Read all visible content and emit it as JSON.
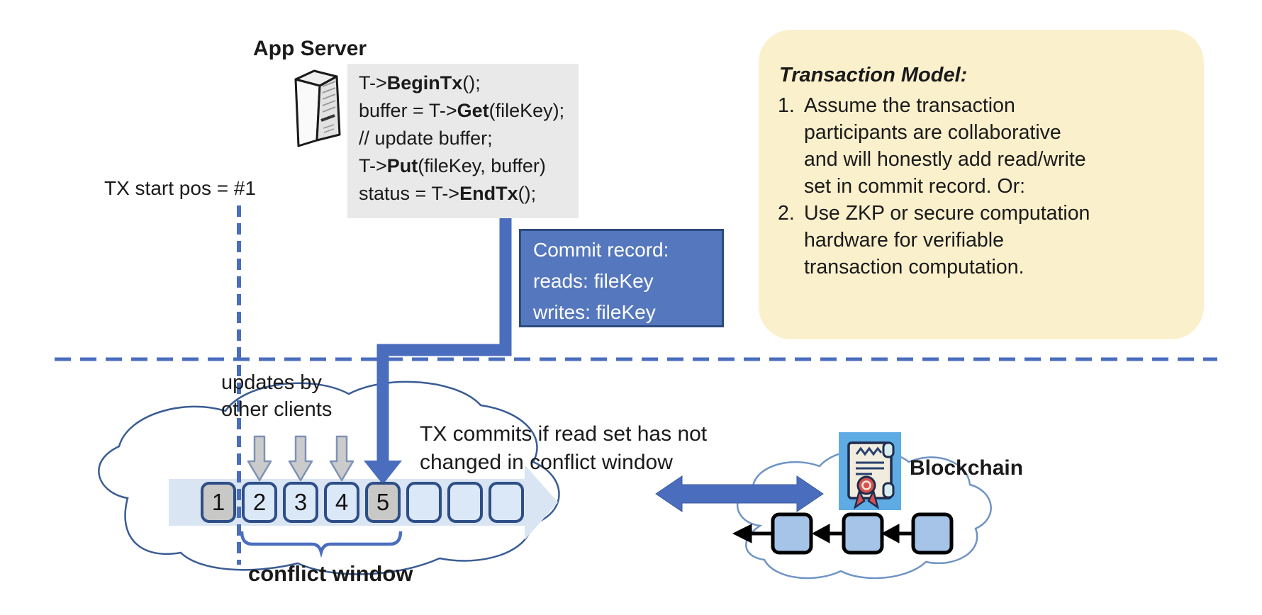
{
  "colors": {
    "accent_blue": "#4A6DBE",
    "commit_box_fill": "#5577BD",
    "note_yellow": "#FBF0CC",
    "block_light": "#DBE8F8",
    "block_gray": "#C8C8C6",
    "chain_block_fill": "#A6C3E8"
  },
  "app_server": {
    "title": "App Server"
  },
  "code_box": {
    "lines": [
      {
        "pre": "T->",
        "bold": "BeginTx",
        "post": "();"
      },
      {
        "pre": "buffer = T->",
        "bold": "Get",
        "post": "(fileKey);"
      },
      {
        "pre": "// update buffer;",
        "bold": "",
        "post": ""
      },
      {
        "pre": "T->",
        "bold": "Put",
        "post": "(fileKey, buffer)"
      },
      {
        "pre": "status = T->",
        "bold": "EndTx",
        "post": "();"
      }
    ]
  },
  "tx_start": {
    "label": "TX start pos = #1"
  },
  "commit_record": {
    "title": "Commit record:",
    "reads": "reads: fileKey",
    "writes": "writes: fileKey"
  },
  "transaction_model": {
    "title": "Transaction Model:",
    "items": [
      {
        "num": "1.",
        "text": "Assume the transaction\nparticipants are collaborative\nand will honestly add read/write\nset in commit record.  Or:"
      },
      {
        "num": "2.",
        "text": "Use ZKP or secure computation\nhardware for verifiable\ntransaction computation."
      }
    ]
  },
  "timeline": {
    "updates_label": "updates by\nother clients",
    "blocks": [
      "1",
      "2",
      "3",
      "4",
      "5",
      "",
      "",
      ""
    ],
    "commit_note": "TX commits if read set has not\nchanged in conflict window",
    "conflict_window": "conflict window"
  },
  "blockchain": {
    "label": "Blockchain"
  }
}
